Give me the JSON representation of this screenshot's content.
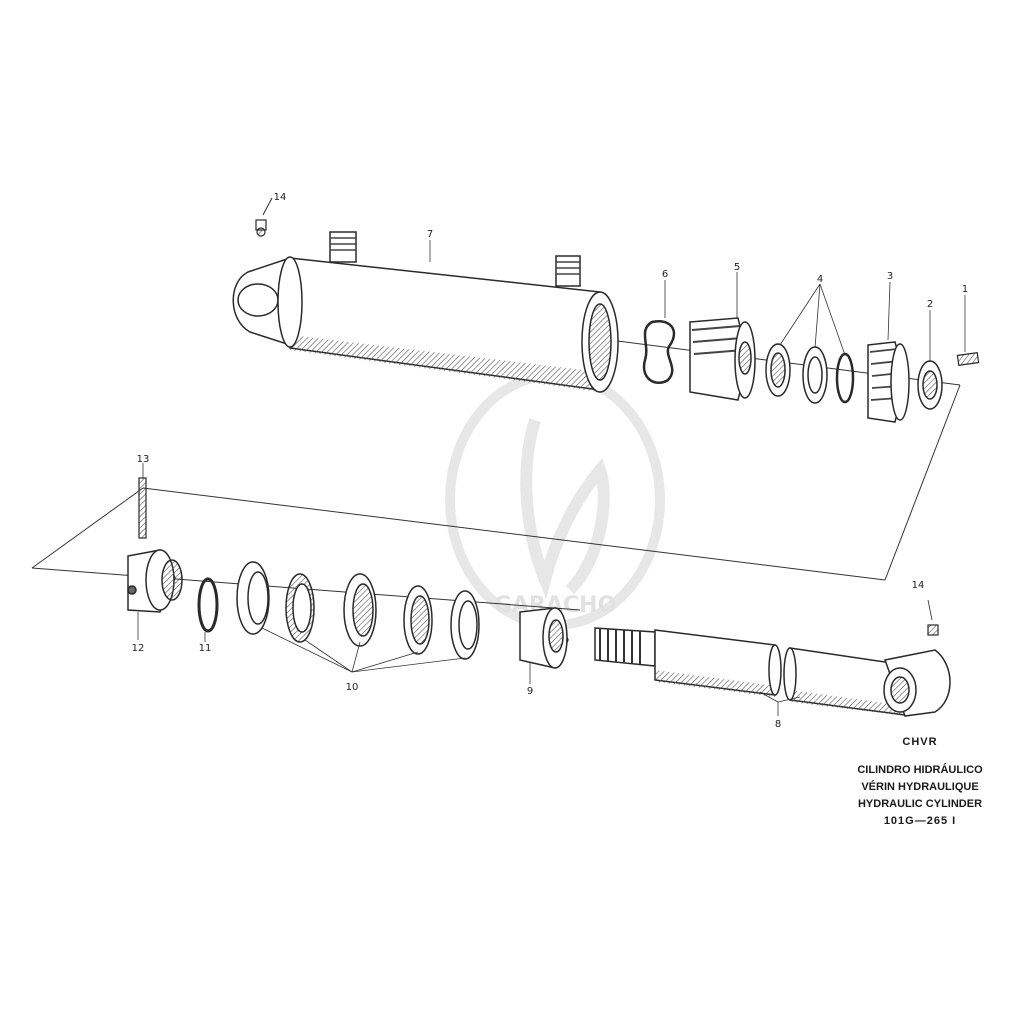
{
  "title_block": {
    "code": "CHVR",
    "name_es": "CILINDRO HIDRÁULICO",
    "name_fr": "VÉRIN HYDRAULIQUE",
    "name_en": "HYDRAULIC CYLINDER",
    "reference": "101G—265 I"
  },
  "watermark": {
    "text": "GARACHO"
  },
  "callouts": {
    "c1": "1",
    "c2": "2",
    "c3": "3",
    "c4": "4",
    "c5": "5",
    "c6": "6",
    "c7": "7",
    "c8": "8",
    "c9": "9",
    "c10": "10",
    "c11": "11",
    "c12": "12",
    "c13": "13",
    "c14a": "14",
    "c14b": "14"
  },
  "colors": {
    "ink": "#2a2a2a",
    "shade": "#6e6e6e",
    "watermark": "#c8c8c8"
  }
}
